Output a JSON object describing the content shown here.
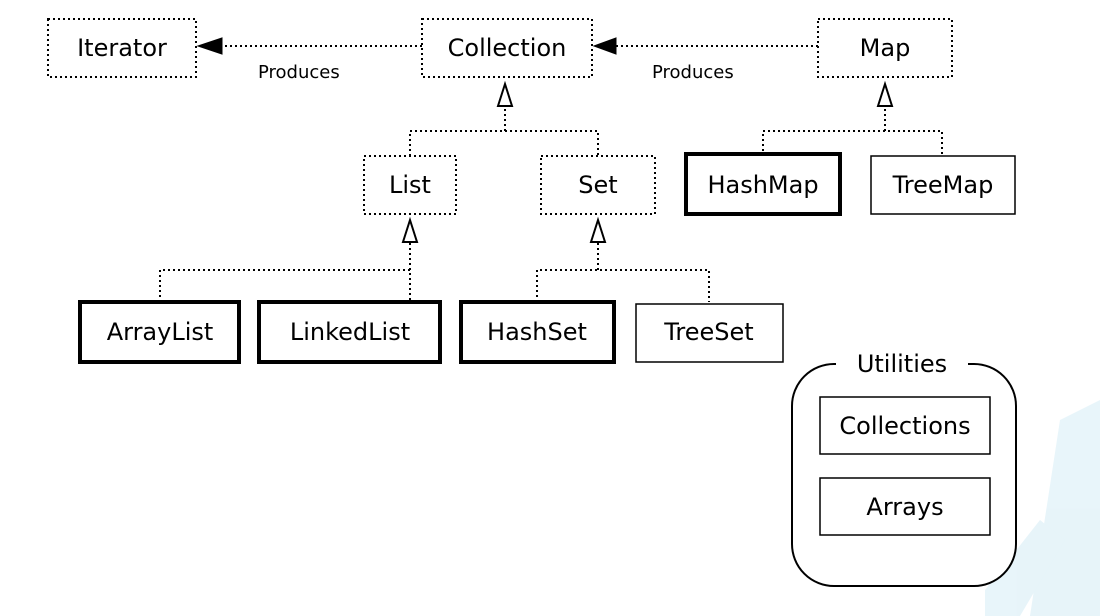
{
  "diagram": {
    "interfaces": {
      "iterator": "Iterator",
      "collection": "Collection",
      "map": "Map",
      "list": "List",
      "set": "Set"
    },
    "classes": {
      "hashmap": "HashMap",
      "treemap": "TreeMap",
      "arraylist": "ArrayList",
      "linkedlist": "LinkedList",
      "hashset": "HashSet",
      "treeset": "TreeSet"
    },
    "edges": {
      "collection_to_iterator": "Produces",
      "map_to_collection": "Produces"
    },
    "utilities": {
      "title": "Utilities",
      "items": [
        "Collections",
        "Arrays"
      ]
    }
  }
}
